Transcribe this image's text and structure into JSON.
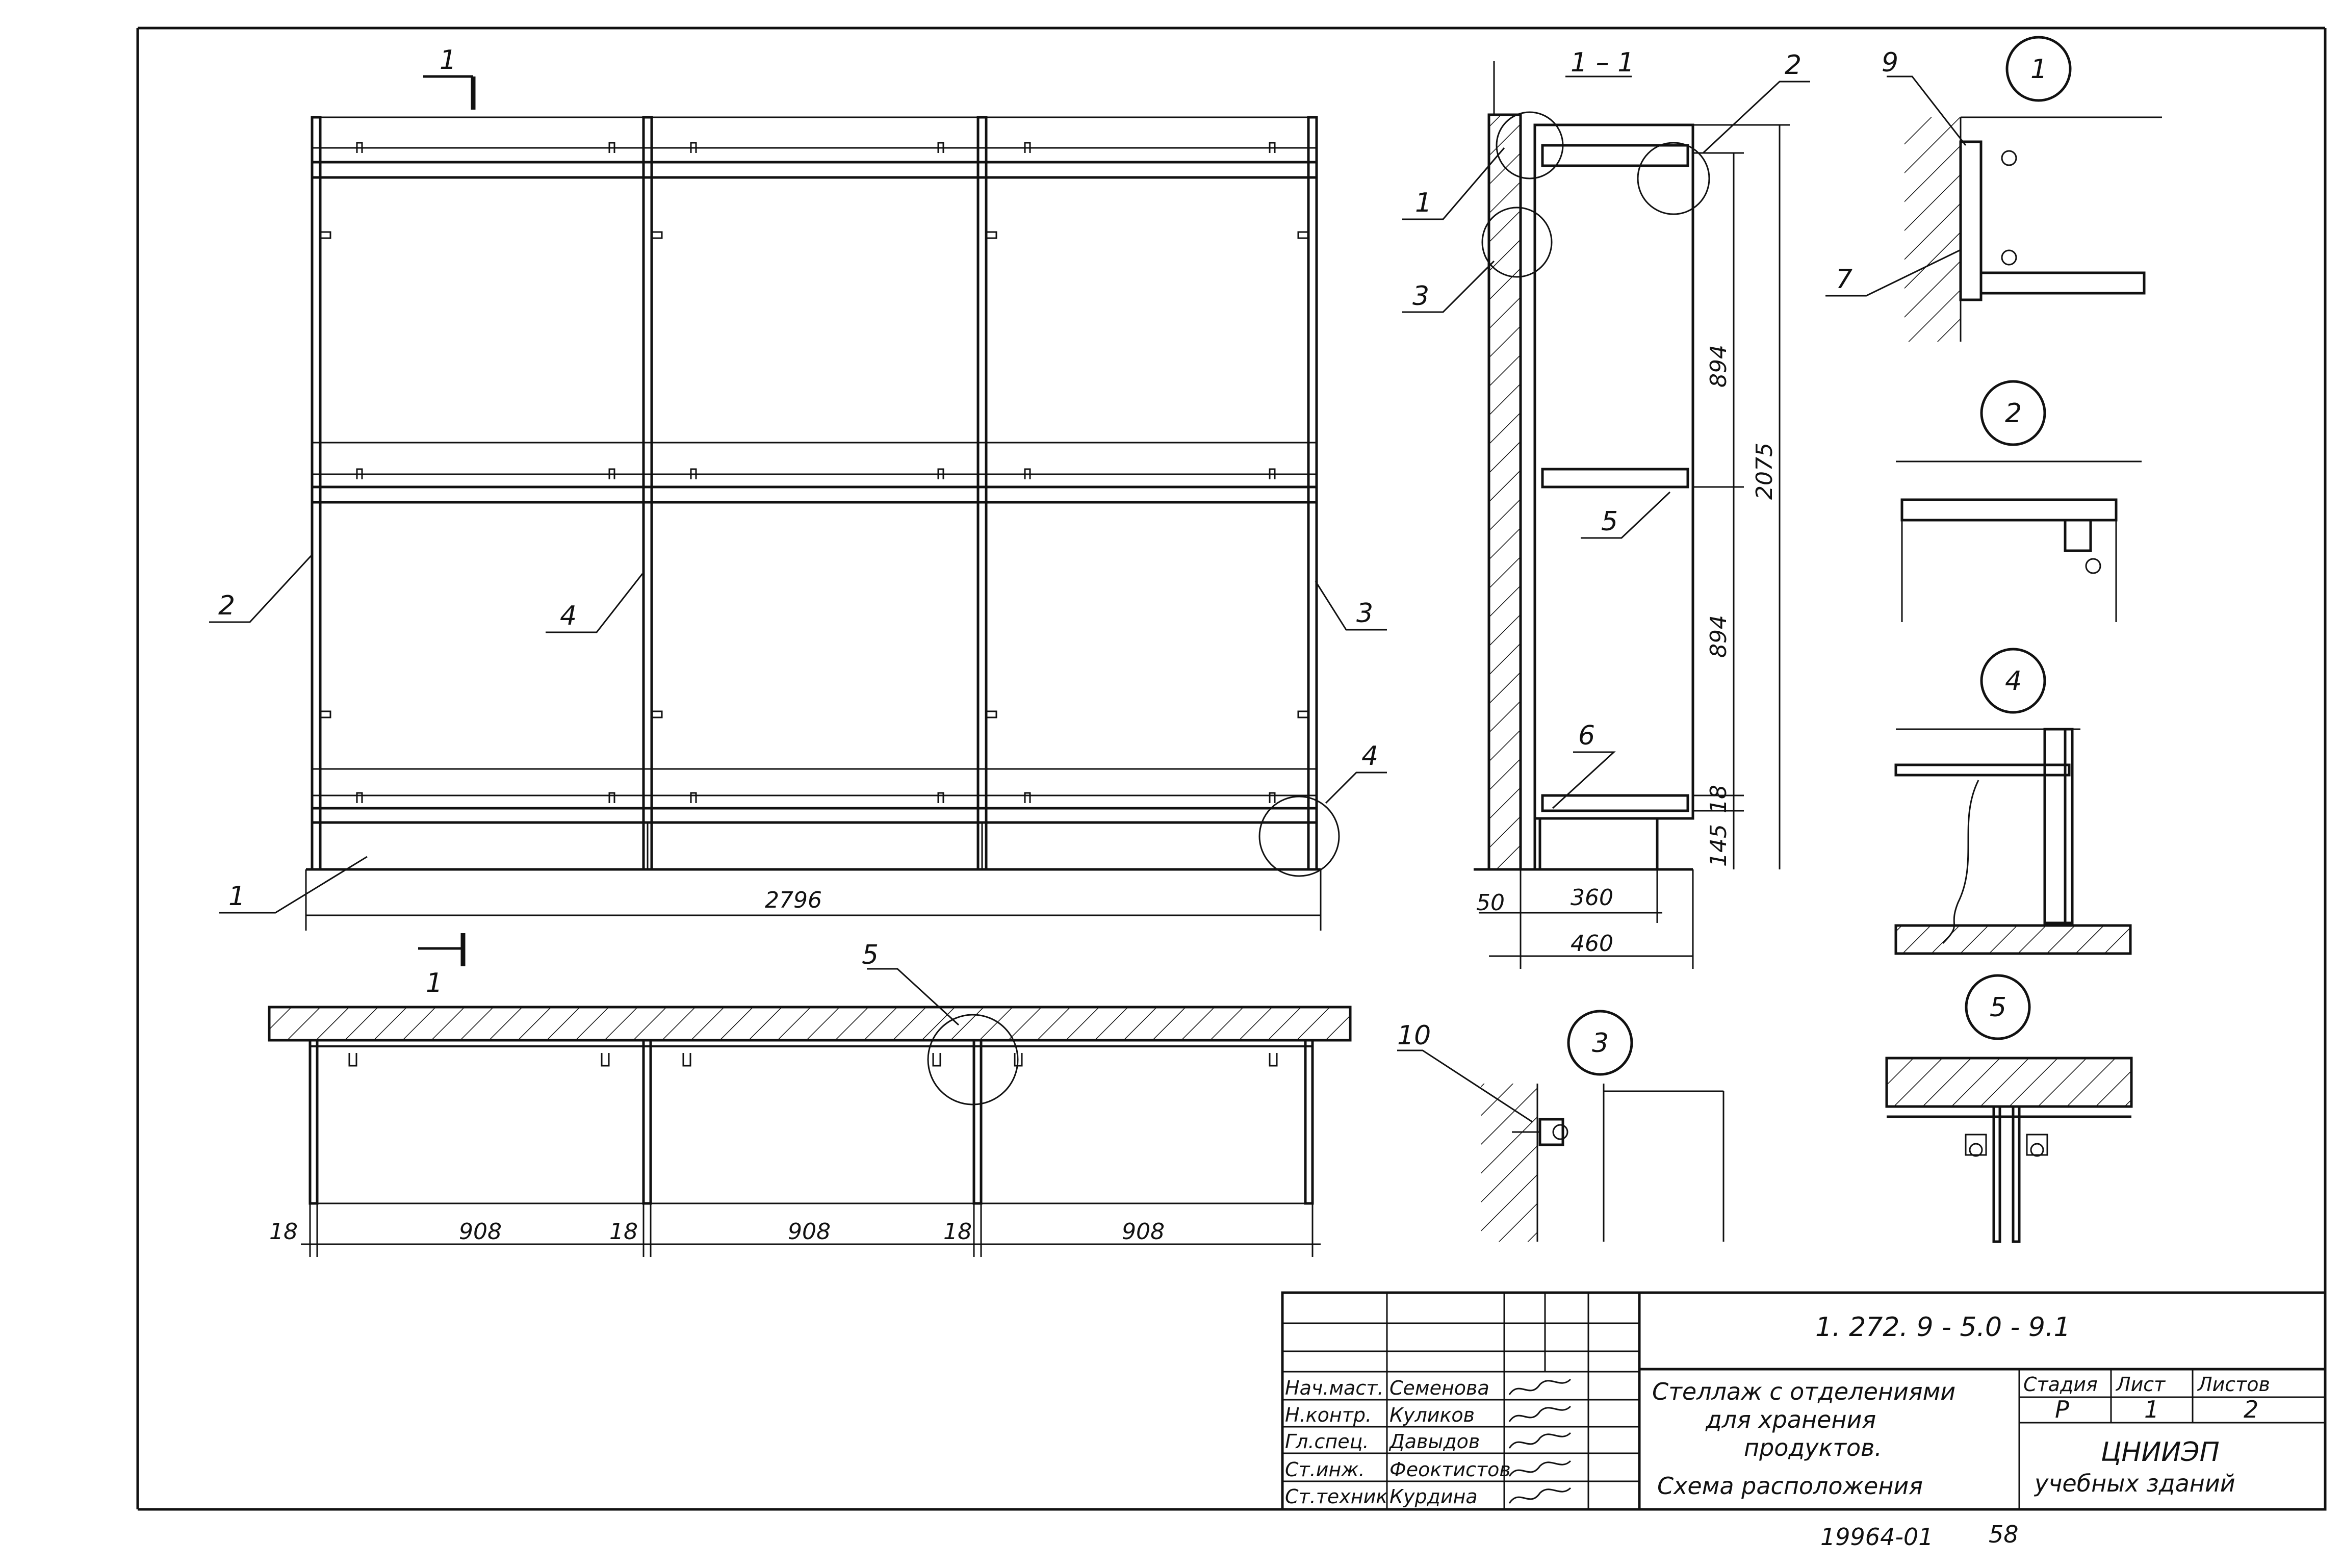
{
  "views": {
    "front": {
      "cut_marker": "1",
      "leaders": [
        "2",
        "4",
        "3",
        "1",
        "4"
      ],
      "overall_width": "2796"
    },
    "plan": {
      "cut_marker": "1",
      "leader": "5",
      "dims": [
        "18",
        "908",
        "18",
        "908",
        "18",
        "908"
      ]
    },
    "section": {
      "title": "1 – 1",
      "leaders": [
        "1",
        "3",
        "2",
        "5",
        "6"
      ],
      "dims_vertical": [
        "894",
        "894",
        "18",
        "145",
        "2075"
      ],
      "dims_horizontal": [
        "50",
        "360",
        "460"
      ]
    }
  },
  "details": [
    {
      "number": "1",
      "leaders": [
        "9",
        "7"
      ]
    },
    {
      "number": "2"
    },
    {
      "number": "4"
    },
    {
      "number": "5"
    },
    {
      "number": "3",
      "leader": "10"
    }
  ],
  "title_block": {
    "drawing_code": "1. 272. 9 - 5.0 - 9.1",
    "roles": [
      {
        "role": "Нач.маст.",
        "name": "Семенова"
      },
      {
        "role": "Н.контр.",
        "name": "Куликов"
      },
      {
        "role": "Гл.спец.",
        "name": "Давыдов"
      },
      {
        "role": "Ст.инж.",
        "name": "Феоктистов"
      },
      {
        "role": "Ст.техник",
        "name": "Курдина"
      }
    ],
    "title_lines": [
      "Стеллаж с отделениями",
      "для хранения",
      "продуктов.",
      "Схема расположения"
    ],
    "stage_label": "Стадия",
    "sheet_label": "Лист",
    "sheets_label": "Листов",
    "stage": "Р",
    "sheet": "1",
    "sheets": "2",
    "org_line1": "ЦНИИЭП",
    "org_line2": "учебных зданий"
  },
  "footer_number": "19964-01",
  "footer_page": "58"
}
